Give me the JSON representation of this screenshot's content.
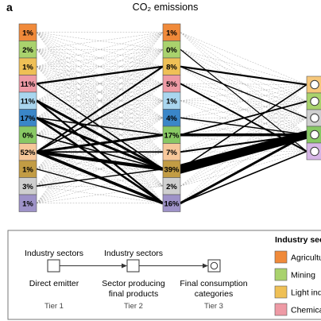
{
  "panel_letter": "a",
  "title": "CO₂ emissions",
  "tier1": {
    "values": [
      "1%",
      "2%",
      "1%",
      "11%",
      "11%",
      "17%",
      "0%",
      "52%",
      "1%",
      "3%",
      "1%"
    ]
  },
  "tier2": {
    "values": [
      "1%",
      "0%",
      "8%",
      "5%",
      "1%",
      "4%",
      "17%",
      "7%",
      "39%",
      "2%",
      "16%"
    ]
  },
  "sector_colors": [
    "#f08a3a",
    "#a9d26d",
    "#efc056",
    "#ee9aa5",
    "#a9d6ef",
    "#3a86c8",
    "#88c864",
    "#f6c79a",
    "#c29c44",
    "#cfcfcf",
    "#9e92c8"
  ],
  "tier3_colors": [
    "#f6c77a",
    "#a9d26d",
    "#cfcfcf",
    "#88c864",
    "#d6b6e6"
  ],
  "flows": [
    {
      "from": 7,
      "to": 8,
      "w": 4.2
    },
    {
      "from": 7,
      "to": 10,
      "w": 3.6
    },
    {
      "from": 7,
      "to": 6,
      "w": 3.0
    },
    {
      "from": 4,
      "to": 8,
      "w": 3.0
    },
    {
      "from": 5,
      "to": 8,
      "w": 3.0
    },
    {
      "from": 5,
      "to": 10,
      "w": 2.6
    },
    {
      "from": 3,
      "to": 2,
      "w": 2.2
    },
    {
      "from": 4,
      "to": 10,
      "w": 2.2
    },
    {
      "from": 7,
      "to": 2,
      "w": 2.0
    },
    {
      "from": 7,
      "to": 3,
      "w": 1.8
    },
    {
      "from": 7,
      "to": 7,
      "w": 1.8
    },
    {
      "from": 6,
      "to": 8,
      "w": 1.6
    },
    {
      "from": 5,
      "to": 6,
      "w": 1.6
    },
    {
      "from": 3,
      "to": 8,
      "w": 1.6
    },
    {
      "from": 8,
      "to": 10,
      "w": 1.4
    },
    {
      "from": 9,
      "to": 8,
      "w": 1.4
    }
  ],
  "flows23": [
    {
      "from": 8,
      "to": 3,
      "w": 12
    },
    {
      "from": 6,
      "to": 3,
      "w": 3.5
    },
    {
      "from": 10,
      "to": 3,
      "w": 3.0
    },
    {
      "from": 2,
      "to": 0,
      "w": 2.2
    },
    {
      "from": 3,
      "to": 4,
      "w": 2.0
    },
    {
      "from": 7,
      "to": 3,
      "w": 2.0
    },
    {
      "from": 6,
      "to": 1,
      "w": 1.8
    },
    {
      "from": 10,
      "to": 4,
      "w": 1.6
    },
    {
      "from": 8,
      "to": 0,
      "w": 1.6
    },
    {
      "from": 2,
      "to": 2,
      "w": 1.4
    },
    {
      "from": 5,
      "to": 3,
      "w": 1.4
    },
    {
      "from": 1,
      "to": 4,
      "w": 1.2
    }
  ],
  "legend": {
    "tier1_top": "Industry sectors",
    "tier1_bottom": "Direct emitter",
    "tier1_tier": "Tier 1",
    "tier2_top": "Industry sectors",
    "tier2_bottom_1": "Sector producing",
    "tier2_bottom_2": "final products",
    "tier2_tier": "Tier 2",
    "tier3_bottom_1": "Final consumption",
    "tier3_bottom_2": "categories",
    "tier3_tier": "Tier 3"
  },
  "sector_legend": {
    "title": "Industry sectors",
    "items": [
      {
        "label": "Agriculture",
        "color": "#f08a3a"
      },
      {
        "label": "Mining",
        "color": "#a9d26d"
      },
      {
        "label": "Light industry",
        "color": "#efc056"
      },
      {
        "label": "Chemicals",
        "color": "#ee9aa5"
      }
    ]
  }
}
